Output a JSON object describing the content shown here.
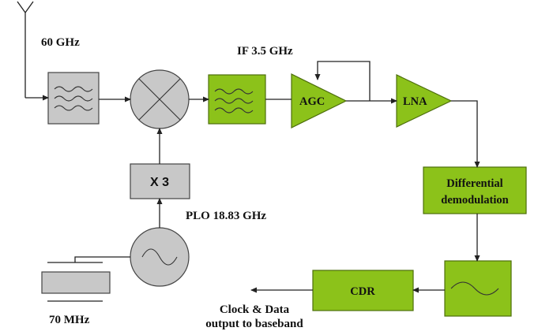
{
  "labels": {
    "rf_freq": "60 GHz",
    "if_freq": "IF 3.5 GHz",
    "agc": "AGC",
    "lna": "LNA",
    "multiplier": "X 3",
    "plo": "PLO 18.83 GHz",
    "ref_freq": "70 MHz",
    "diff_demod_line1": "Differential",
    "diff_demod_line2": "demodulation",
    "cdr": "CDR",
    "output_line1": "Clock & Data",
    "output_line2": "output to baseband"
  },
  "colors": {
    "green_block": "#8cc21a",
    "gray_block": "#c8c8c8"
  }
}
